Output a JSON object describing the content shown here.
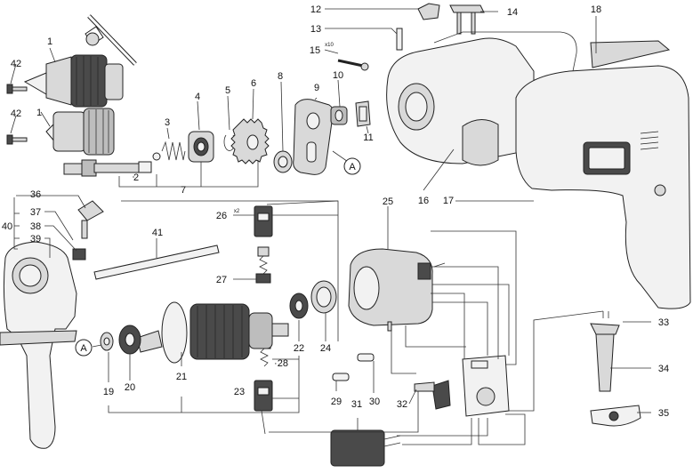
{
  "parts": [
    {
      "id": "p1a",
      "label": "1"
    },
    {
      "id": "p1b",
      "label": "1"
    },
    {
      "id": "p2",
      "label": "2"
    },
    {
      "id": "p3",
      "label": "3"
    },
    {
      "id": "p4",
      "label": "4"
    },
    {
      "id": "p5",
      "label": "5"
    },
    {
      "id": "p6",
      "label": "6"
    },
    {
      "id": "p7",
      "label": "7"
    },
    {
      "id": "p8",
      "label": "8"
    },
    {
      "id": "p9",
      "label": "9"
    },
    {
      "id": "p10",
      "label": "10"
    },
    {
      "id": "p11",
      "label": "11"
    },
    {
      "id": "p12",
      "label": "12"
    },
    {
      "id": "p13",
      "label": "13"
    },
    {
      "id": "p14",
      "label": "14"
    },
    {
      "id": "p15",
      "label": "15"
    },
    {
      "id": "p16",
      "label": "16"
    },
    {
      "id": "p17",
      "label": "17"
    },
    {
      "id": "p18",
      "label": "18"
    },
    {
      "id": "p19",
      "label": "19"
    },
    {
      "id": "p20",
      "label": "20"
    },
    {
      "id": "p21",
      "label": "21"
    },
    {
      "id": "p22",
      "label": "22"
    },
    {
      "id": "p23",
      "label": "23"
    },
    {
      "id": "p24",
      "label": "24"
    },
    {
      "id": "p25",
      "label": "25"
    },
    {
      "id": "p26",
      "label": "26"
    },
    {
      "id": "p27",
      "label": "27"
    },
    {
      "id": "p28",
      "label": "·28"
    },
    {
      "id": "p29",
      "label": "29"
    },
    {
      "id": "p30",
      "label": "30"
    },
    {
      "id": "p31",
      "label": "31"
    },
    {
      "id": "p32",
      "label": "32"
    },
    {
      "id": "p33",
      "label": "33"
    },
    {
      "id": "p34",
      "label": "34"
    },
    {
      "id": "p35",
      "label": "35"
    },
    {
      "id": "p36",
      "label": "36"
    },
    {
      "id": "p37",
      "label": "37"
    },
    {
      "id": "p38",
      "label": "38"
    },
    {
      "id": "p39",
      "label": "39"
    },
    {
      "id": "p40",
      "label": "40"
    },
    {
      "id": "p41",
      "label": "41"
    },
    {
      "id": "p42a",
      "label": "42"
    },
    {
      "id": "p42b",
      "label": "42"
    }
  ],
  "quantities": {
    "q15": "x10",
    "q26": "x2"
  },
  "refs": {
    "a1": "A",
    "a2": "A"
  }
}
